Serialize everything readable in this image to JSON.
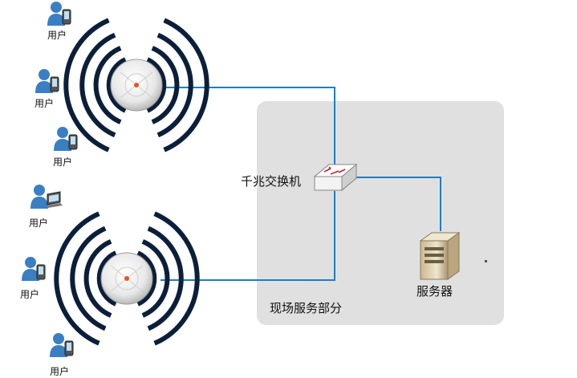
{
  "users": [
    {
      "label": "用户",
      "device": "phone"
    },
    {
      "label": "用户",
      "device": "phone"
    },
    {
      "label": "用户",
      "device": "phone"
    },
    {
      "label": "用户",
      "device": "laptop"
    },
    {
      "label": "用户",
      "device": "phone"
    },
    {
      "label": "用户",
      "device": "phone"
    }
  ],
  "switch": {
    "label": "千兆交换机",
    "icon": "network-switch-icon"
  },
  "server": {
    "label": "服务器",
    "icon": "server-tower-icon"
  },
  "onsite_area": {
    "label": "现场服务部分"
  },
  "access_points": [
    {
      "icon": "wireless-access-point-icon"
    },
    {
      "icon": "wireless-access-point-icon"
    }
  ],
  "colors": {
    "link": "#1e7fc0",
    "panel": "#e0e0e0",
    "signal_arc": "#0b1f3a",
    "user_icon": "#3a7fc4"
  }
}
